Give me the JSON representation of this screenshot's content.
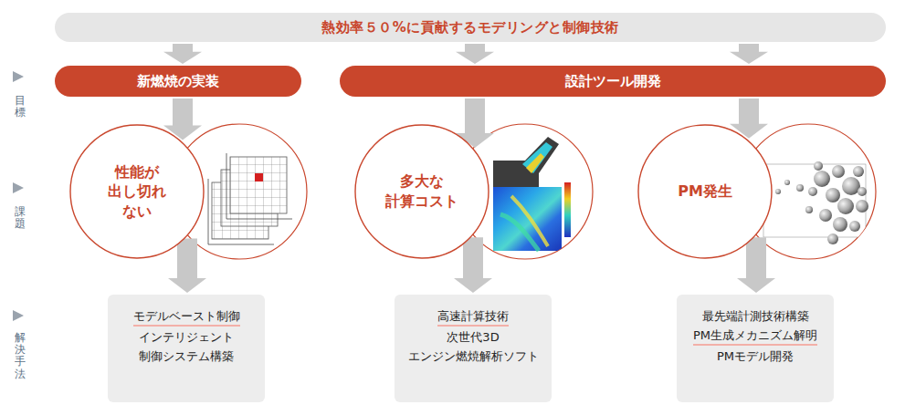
{
  "diagram": {
    "nodes": [
      {
        "text": [
          "熱効率５０%に貢献するモデリングと制御技術"
        ]
      },
      {
        "text": [
          "新燃焼の実装"
        ]
      },
      {
        "text": [
          "設計ツール開発"
        ]
      },
      {
        "text": [
          "性能が 出し切れ ない"
        ]
      },
      {
        "text": [
          "多大な 計算コスト"
        ]
      },
      {
        "text": [
          "PM発生"
        ]
      },
      {
        "text": [
          "モデルベースト制御",
          "インテリジェント",
          "制御システム構築"
        ]
      },
      {
        "text": [
          "高速計算技術",
          "次世代3D",
          "エンジン燃焼解析ソフト"
        ]
      },
      {
        "text": [
          "最先端計測技術構築",
          "PM生成メカニズム解明",
          "PMモデル開発"
        ]
      }
    ],
    "edges": [
      {
        "from": 0,
        "to": 1,
        "arrow": "to"
      },
      {
        "from": 0,
        "to": 2,
        "arrow": "to"
      },
      {
        "from": 0,
        "to": 2,
        "arrow": "to"
      },
      {
        "from": 1,
        "to": 3,
        "arrow": "to"
      },
      {
        "from": 2,
        "to": 4,
        "arrow": "to"
      },
      {
        "from": 2,
        "to": 5,
        "arrow": "to"
      },
      {
        "from": 3,
        "to": 6,
        "arrow": "to"
      },
      {
        "from": 4,
        "to": 7,
        "arrow": "to"
      },
      {
        "from": 5,
        "to": 8,
        "arrow": "to"
      }
    ],
    "labels": [
      "目標",
      "課題",
      "解決手法"
    ]
  }
}
